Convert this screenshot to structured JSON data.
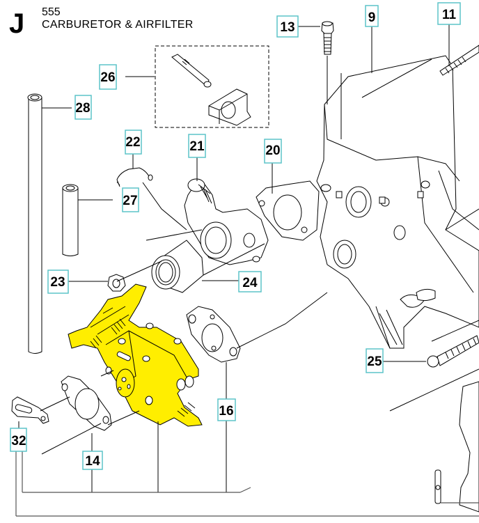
{
  "header": {
    "section_letter": "J",
    "model_number": "555",
    "section_title": "CARBURETOR & AIRFILTER"
  },
  "colors": {
    "callout_border": "#5cc4c8",
    "highlight_part": "#ffee00",
    "line_art": "#000000",
    "background": "#ffffff"
  },
  "callouts": [
    {
      "id": "9",
      "label": "9",
      "part": "air-filter-holder"
    },
    {
      "id": "11",
      "label": "11",
      "part": "stud-bolt"
    },
    {
      "id": "13",
      "label": "13",
      "part": "screw"
    },
    {
      "id": "14",
      "label": "14",
      "part": "gasket"
    },
    {
      "id": "16",
      "label": "16",
      "part": "gasket"
    },
    {
      "id": "20",
      "label": "20",
      "part": "gasket"
    },
    {
      "id": "21",
      "label": "21",
      "part": "intake-adapter"
    },
    {
      "id": "22",
      "label": "22",
      "part": "wire-link"
    },
    {
      "id": "23",
      "label": "23",
      "part": "nut"
    },
    {
      "id": "24",
      "label": "24",
      "part": "rubber-sleeve"
    },
    {
      "id": "25",
      "label": "25",
      "part": "screw"
    },
    {
      "id": "26",
      "label": "26",
      "part": "fuel-nipple-kit"
    },
    {
      "id": "27",
      "label": "27",
      "part": "hose"
    },
    {
      "id": "28",
      "label": "28",
      "part": "fuel-hose"
    },
    {
      "id": "32",
      "label": "32",
      "part": "plug"
    }
  ],
  "highlighted_part": "carburetor"
}
